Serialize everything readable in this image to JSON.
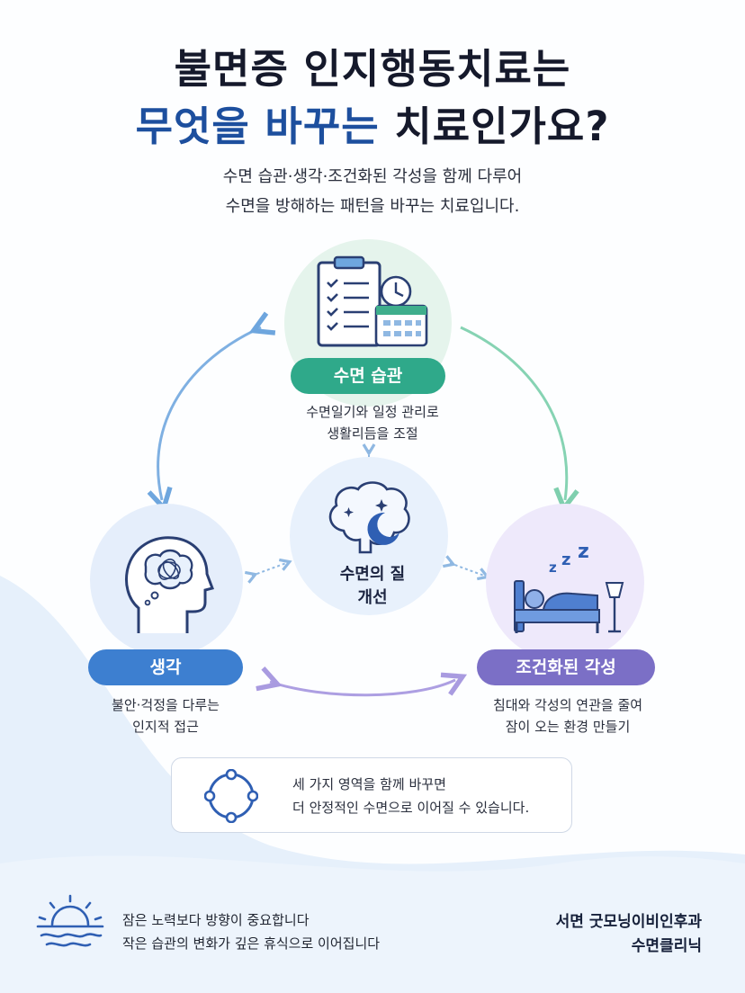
{
  "title": {
    "line1": "불면증 인지행동치료는",
    "line2_blue": "무엇을 바꾸는",
    "line2_dark": "치료인가요?"
  },
  "subtitle": {
    "line1": "수면 습관·생각·조건화된 각성을 함께 다루어",
    "line2": "수면을 방해하는 패턴을 바꾸는 치료입니다."
  },
  "nodes": {
    "habit": {
      "label": "수면 습관",
      "desc1": "수면일기와 일정 관리로",
      "desc2": "생활리듬을 조절",
      "color": "#2fa98a",
      "icon": "clipboard-calendar-icon"
    },
    "thought": {
      "label": "생각",
      "desc1": "불안·걱정을 다루는",
      "desc2": "인지적 접근",
      "color": "#3d7fd0",
      "icon": "head-thought-icon"
    },
    "arousal": {
      "label": "조건화된 각성",
      "desc1": "침대와 각성의 연관을 줄여",
      "desc2": "잠이 오는 환경 만들기",
      "color": "#7b6fc6",
      "icon": "bed-sleeping-icon"
    },
    "center": {
      "line1": "수면의 질",
      "line2": "개선",
      "icon": "brain-moon-icon"
    }
  },
  "info": {
    "line1": "세 가지 영역을 함께 바꾸면",
    "line2": "더 안정적인 수면으로 이어질 수 있습니다.",
    "icon": "cycle-icon"
  },
  "footer": {
    "line1": "잠은 노력보다 방향이 중요합니다",
    "line2": "작은 습관의 변화가 깊은 휴식으로 이어집니다",
    "clinic1": "서면 굿모닝이비인후과",
    "clinic2": "수면클리닉",
    "icon": "sunrise-icon"
  }
}
